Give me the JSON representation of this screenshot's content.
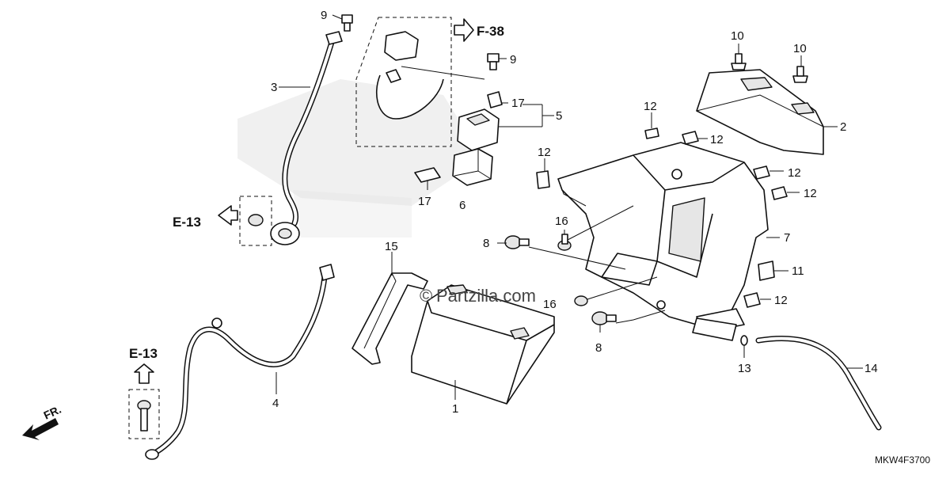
{
  "diagram": {
    "code": "MKW4F3700",
    "watermark": "Partzilla.com",
    "front_label": "FR.",
    "references": [
      {
        "id": "ref-f38",
        "text": "F-38"
      },
      {
        "id": "ref-e13-left",
        "text": "E-13"
      },
      {
        "id": "ref-e13-bottom",
        "text": "E-13"
      }
    ],
    "callouts": [
      {
        "name": "callout-9-top",
        "text": "9"
      },
      {
        "name": "callout-9-right",
        "text": "9"
      },
      {
        "name": "callout-3",
        "text": "3"
      },
      {
        "name": "callout-17-top",
        "text": "17"
      },
      {
        "name": "callout-5",
        "text": "5"
      },
      {
        "name": "callout-17-bottom",
        "text": "17"
      },
      {
        "name": "callout-6",
        "text": "6"
      },
      {
        "name": "callout-10-left",
        "text": "10"
      },
      {
        "name": "callout-10-right",
        "text": "10"
      },
      {
        "name": "callout-2",
        "text": "2"
      },
      {
        "name": "callout-12-a",
        "text": "12"
      },
      {
        "name": "callout-12-b",
        "text": "12"
      },
      {
        "name": "callout-12-c",
        "text": "12"
      },
      {
        "name": "callout-12-d",
        "text": "12"
      },
      {
        "name": "callout-12-e",
        "text": "12"
      },
      {
        "name": "callout-12-f",
        "text": "12"
      },
      {
        "name": "callout-16-top",
        "text": "16"
      },
      {
        "name": "callout-8-top",
        "text": "8"
      },
      {
        "name": "callout-7",
        "text": "7"
      },
      {
        "name": "callout-11",
        "text": "11"
      },
      {
        "name": "callout-15",
        "text": "15"
      },
      {
        "name": "callout-16-bottom",
        "text": "16"
      },
      {
        "name": "callout-8-bottom",
        "text": "8"
      },
      {
        "name": "callout-13",
        "text": "13"
      },
      {
        "name": "callout-14",
        "text": "14"
      },
      {
        "name": "callout-4",
        "text": "4"
      },
      {
        "name": "callout-1",
        "text": "1"
      }
    ]
  }
}
